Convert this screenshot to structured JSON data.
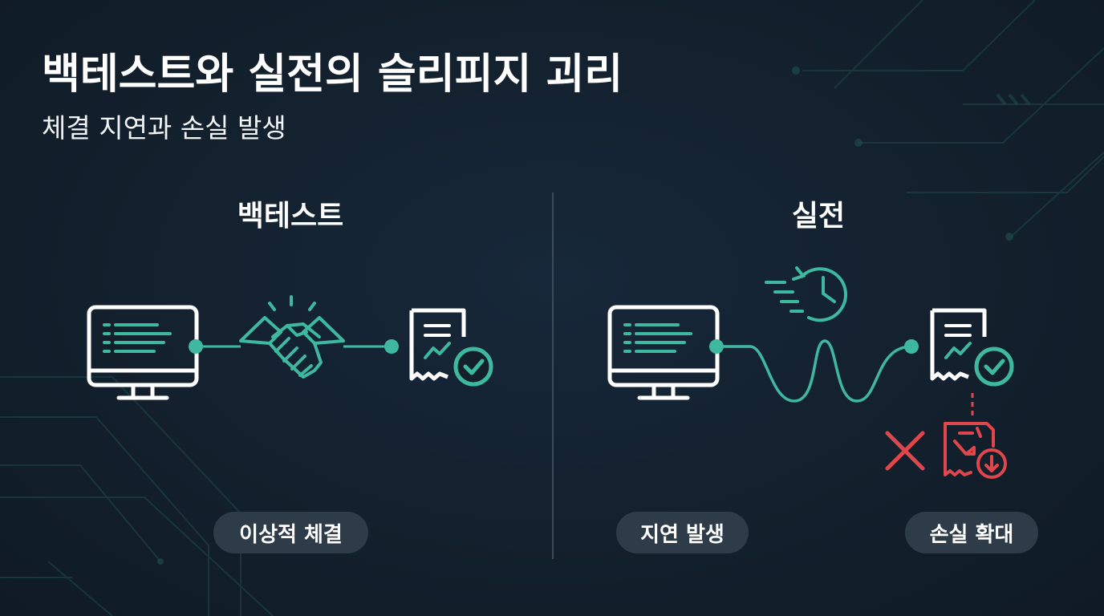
{
  "header": {
    "title": "백테스트와 실전의 슬리피지 괴리",
    "subtitle": "체결 지연과 손실 발생"
  },
  "panels": {
    "backtest": {
      "title": "백테스트",
      "badge": "이상적 체결"
    },
    "live": {
      "title": "실전",
      "badge_delay": "지연 발생",
      "badge_loss": "손실 확대"
    }
  },
  "icons": {
    "backtest": [
      "monitor-icon",
      "handshake-icon",
      "receipt-check-icon"
    ],
    "live": [
      "monitor-icon",
      "clock-fast-icon",
      "receipt-check-icon",
      "cross-icon",
      "receipt-loss-icon"
    ]
  },
  "colors": {
    "background": "#13202c",
    "accent_teal": "#3fb8a0",
    "loss_red": "#e0474c",
    "pill_bg": "#2e3b48",
    "text": "#ffffff"
  }
}
